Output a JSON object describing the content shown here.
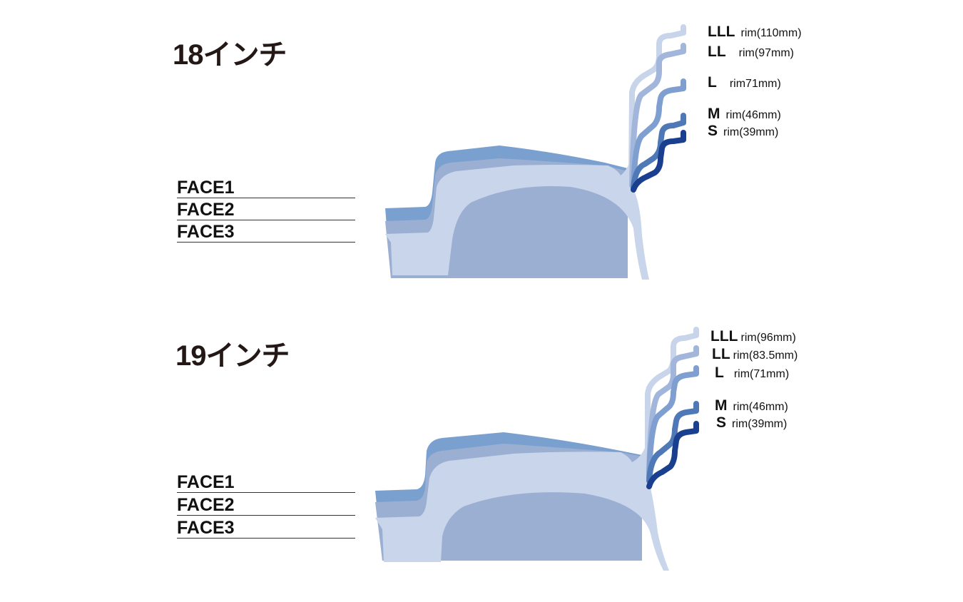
{
  "colors": {
    "face1": "#7aa0d0",
    "face2": "#9bafd3",
    "face3": "#c9d5ea",
    "rim_lll": "#c8d4ea",
    "rim_ll": "#a2b6dc",
    "rim_l": "#7f9fd0",
    "rim_m": "#4f78b6",
    "rim_s": "#1b3f8f"
  },
  "panels": [
    {
      "title": "18インチ",
      "faces": [
        "FACE1",
        "FACE2",
        "FACE3"
      ],
      "rims": [
        {
          "code": "LLL",
          "width": "rim(110mm)"
        },
        {
          "code": "LL",
          "width": "rim(97mm)"
        },
        {
          "code": "L",
          "width": "rim71mm)"
        },
        {
          "code": "M",
          "width": "rim(46mm)"
        },
        {
          "code": "S",
          "width": "rim(39mm)"
        }
      ]
    },
    {
      "title": "19インチ",
      "faces": [
        "FACE1",
        "FACE2",
        "FACE3"
      ],
      "rims": [
        {
          "code": "LLL",
          "width": "rim(96mm)"
        },
        {
          "code": "LL",
          "width": "rim(83.5mm)"
        },
        {
          "code": "L",
          "width": "rim(71mm)"
        },
        {
          "code": "M",
          "width": "rim(46mm)"
        },
        {
          "code": "S",
          "width": "rim(39mm)"
        }
      ]
    }
  ]
}
